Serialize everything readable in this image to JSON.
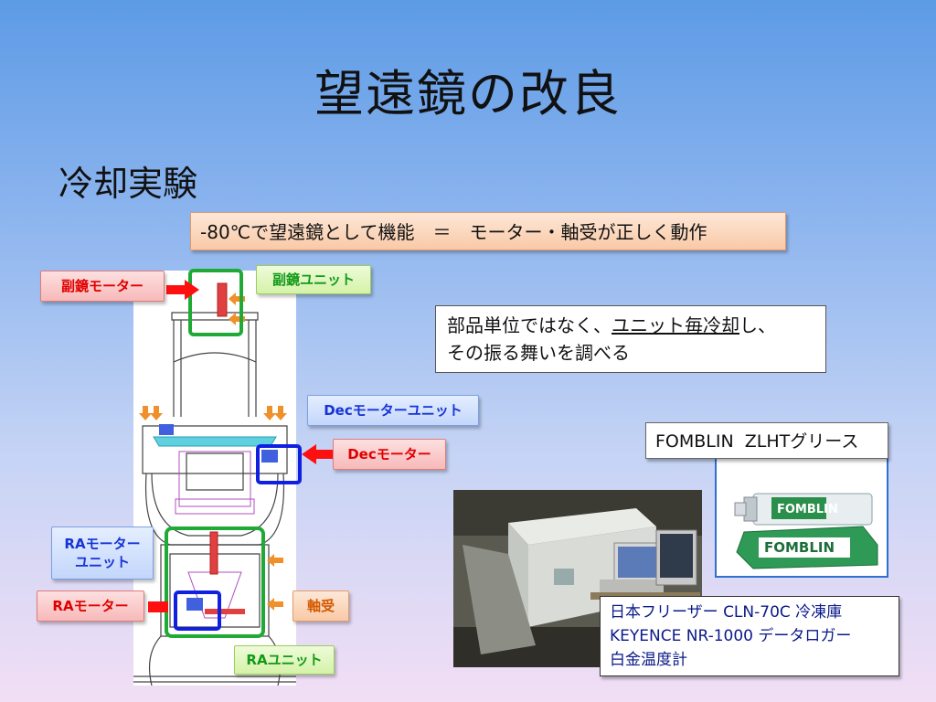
{
  "title": "望遠鏡の改良",
  "subtitle": "冷却実験",
  "banner": "-80℃で望遠鏡として機能　＝　モーター・軸受が正しく動作",
  "labels": {
    "secondary_motor": "副鏡モーター",
    "secondary_unit": "副鏡ユニット",
    "dec_motor_unit": "Decモーターユニット",
    "dec_motor": "Decモーター",
    "ra_motor_unit_line1": "RAモーター",
    "ra_motor_unit_line2": "ユニット",
    "ra_motor": "RAモーター",
    "bearing": "軸受",
    "ra_unit": "RAユニット"
  },
  "note": {
    "line1_before": "部品単位ではなく、",
    "line1_underlined": "ユニット毎冷却",
    "line1_after": "し、",
    "line2": "その振る舞いを調べる"
  },
  "fomblin": {
    "label": "FOMBLIN  ZLHTグリース",
    "tube_text": "FOMBLIN",
    "box_text": "FOMBLIN"
  },
  "equipment": {
    "line1": "日本フリーザー CLN-70C 冷凍庫",
    "line2": "KEYENCE NR-1000 データロガー",
    "line3": "白金温度計"
  },
  "colors": {
    "red_label": "#e00000",
    "green_label": "#119a18",
    "blue_label": "#1733d6",
    "orange_label": "#d25a00",
    "green_box": "#1faa35",
    "blue_box": "#1020e0"
  }
}
